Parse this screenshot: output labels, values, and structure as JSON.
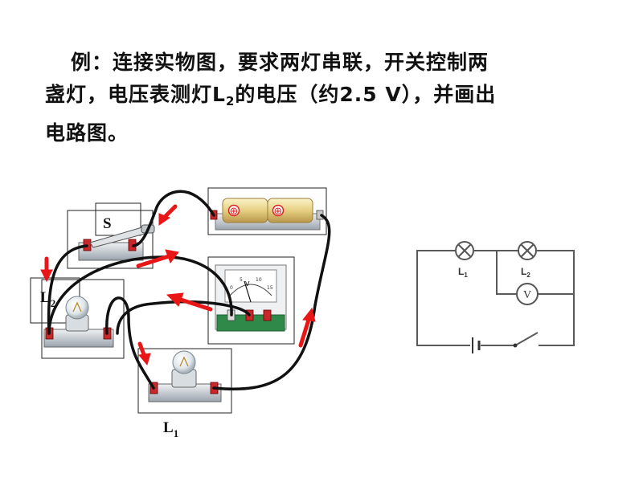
{
  "problem": {
    "line1": "例：连接实物图，要求两灯串联，开关控制两",
    "line2_pre": "盏灯，电压表测灯L",
    "line2_sub": "2",
    "line2_post": "的电压（约2.5 V），并画出",
    "line3": "电路图。"
  },
  "physical": {
    "switch_label": "S",
    "lamp2_label": "L",
    "lamp2_sub": "2",
    "lamp1_label": "L",
    "lamp1_sub": "1",
    "battery_plus": "⊕",
    "voltmeter_unit": "V",
    "voltmeter_scale": [
      "0",
      "5",
      "10",
      "15"
    ]
  },
  "schematic": {
    "lamp1_label": "L",
    "lamp1_sub": "1",
    "lamp2_label": "L",
    "lamp2_sub": "2",
    "voltmeter_symbol": "V"
  },
  "colors": {
    "wire": "#111111",
    "arrow": "#e81616",
    "terminal": "#c8282a",
    "schematic_line": "#5a5a5a",
    "battery": "#ead9a0"
  }
}
